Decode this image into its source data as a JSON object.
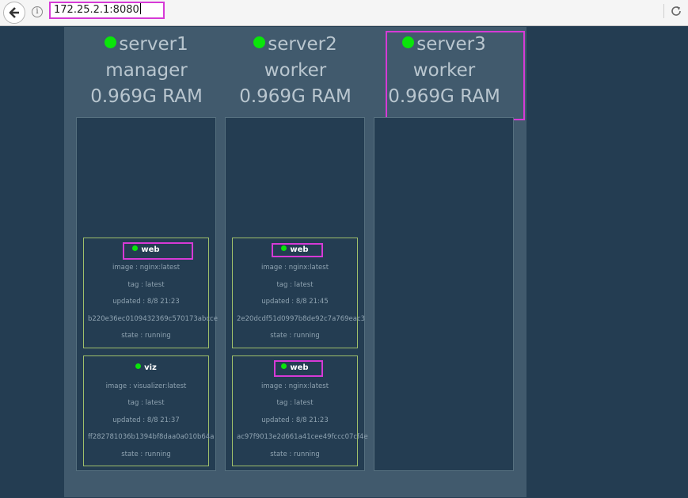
{
  "browser": {
    "url": "172.25.2.1:8080",
    "info_glyph": "i"
  },
  "nodes": [
    {
      "name": "server1",
      "role": "manager",
      "ram": "0.969G RAM",
      "tasks": [
        {
          "name": "web",
          "image": "image : nginx:latest",
          "tag": "tag : latest",
          "updated": "updated : 8/8 21:23",
          "id": "b220e36ec0109432369c570173abcce",
          "state": "state : running"
        },
        {
          "name": "viz",
          "image": "image : visualizer:latest",
          "tag": "tag : latest",
          "updated": "updated : 8/8 21:37",
          "id": "ff282781036b1394bf8daa0a010b64a",
          "state": "state : running"
        }
      ]
    },
    {
      "name": "server2",
      "role": "worker",
      "ram": "0.969G RAM",
      "tasks": [
        {
          "name": "web",
          "image": "image : nginx:latest",
          "tag": "tag : latest",
          "updated": "updated : 8/8 21:45",
          "id": "2e20dcdf51d0997b8de92c7a769eac3",
          "state": "state : running"
        },
        {
          "name": "web",
          "image": "image : nginx:latest",
          "tag": "tag : latest",
          "updated": "updated : 8/8 21:23",
          "id": "ac97f9013e2d661a41cee49fccc07cf4e",
          "state": "state : running"
        }
      ]
    },
    {
      "name": "server3",
      "role": "worker",
      "ram": "0.969G RAM",
      "tasks": []
    }
  ],
  "colors": {
    "background": "#243d52",
    "panel": "#415a6d",
    "status_green": "#0ae50a",
    "highlight": "#d63ad6",
    "card_border": "#9fbf6a"
  }
}
